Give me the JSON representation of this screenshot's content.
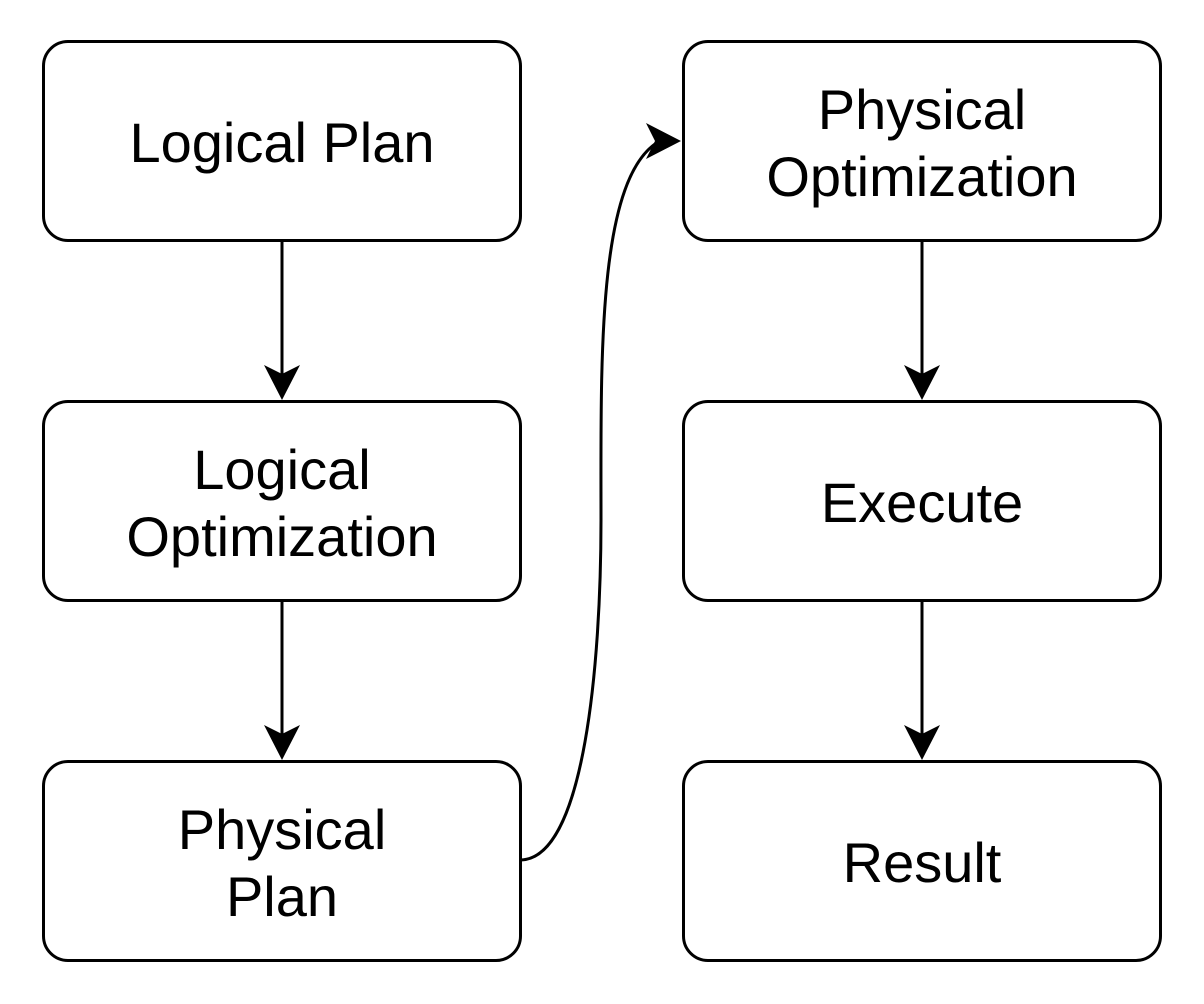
{
  "diagram": {
    "colors": {
      "background": "#ffffff",
      "node_fill": "#ffffff",
      "node_stroke": "#000000",
      "edge_stroke": "#000000",
      "text": "#000000"
    },
    "nodes": [
      {
        "id": "logical-plan",
        "label": "Logical Plan"
      },
      {
        "id": "logical-optimization",
        "label": "Logical\nOptimization"
      },
      {
        "id": "physical-plan",
        "label": "Physical\nPlan"
      },
      {
        "id": "physical-optimization",
        "label": "Physical\nOptimization"
      },
      {
        "id": "execute",
        "label": "Execute"
      },
      {
        "id": "result",
        "label": "Result"
      }
    ],
    "edges": [
      {
        "from": "Logical Plan",
        "to": "Logical Optimization"
      },
      {
        "from": "Logical Optimization",
        "to": "Physical Plan"
      },
      {
        "from": "Physical Plan",
        "to": "Physical Optimization"
      },
      {
        "from": "Physical Optimization",
        "to": "Execute"
      },
      {
        "from": "Execute",
        "to": "Result"
      }
    ]
  }
}
